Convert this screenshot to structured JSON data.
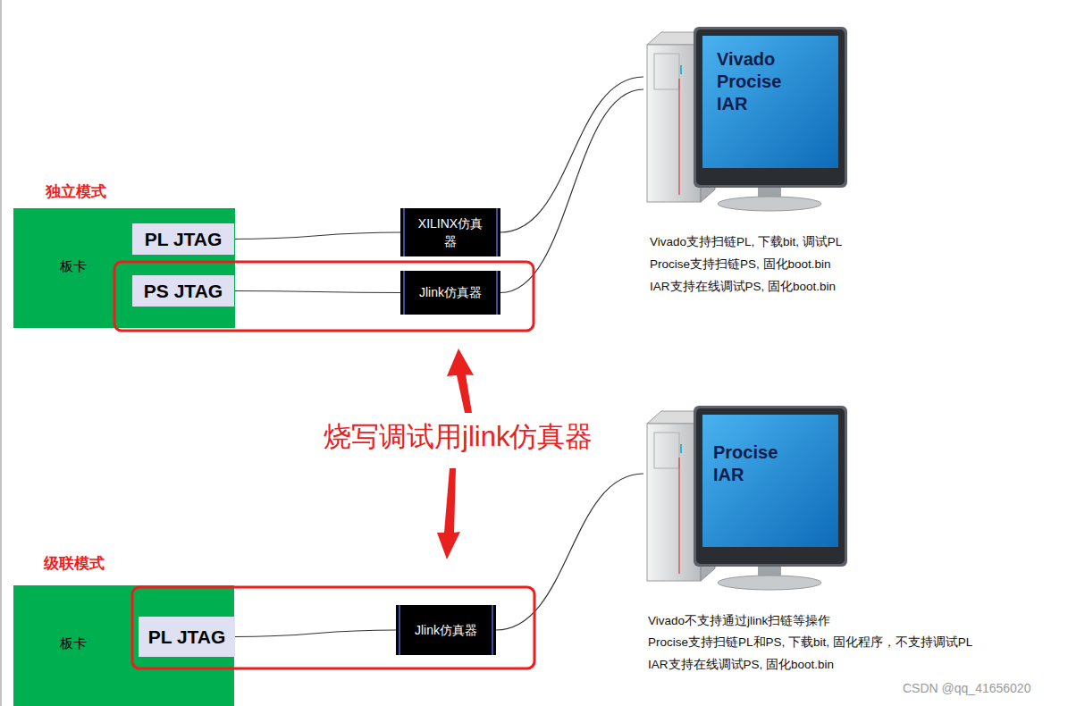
{
  "diagram": {
    "nodes": [
      {
        "text": [
          "独立模式",
          "板卡"
        ]
      },
      {
        "text": [
          "PL JTAG"
        ],
        "in": 0
      },
      {
        "text": [
          "PS JTAG"
        ],
        "in": 0
      },
      {
        "text": [
          "XILINX仿真器"
        ]
      },
      {
        "text": [
          "Jlink仿真器"
        ]
      },
      {
        "text": [
          "Vivado Procise IAR"
        ]
      },
      {
        "text": [
          "级联模式",
          "板卡"
        ]
      },
      {
        "text": [
          "PL JTAG"
        ],
        "in": 6
      },
      {
        "text": [
          "Jlink仿真器"
        ]
      },
      {
        "text": [
          "Procise IAR"
        ]
      }
    ],
    "edges": [
      {
        "from": 1,
        "to": 3,
        "arrow": "none"
      },
      {
        "from": 2,
        "to": 4,
        "arrow": "none"
      },
      {
        "from": 3,
        "to": 5,
        "arrow": "none"
      },
      {
        "from": 4,
        "to": 5,
        "arrow": "none"
      },
      {
        "from": 7,
        "to": 8,
        "arrow": "none"
      },
      {
        "from": 8,
        "to": 9,
        "arrow": "none"
      }
    ],
    "labels": [
      "Vivado支持扫链PL, 下载bit, 调试PL",
      "Procise支持扫链PS, 固化boot.bin",
      "IAR支持在线调试PS, 固化boot.bin",
      "烧写调试用jlink仿真器",
      "Vivado不支持通过jlink扫链等操作",
      "Procise支持扫链PL和PS, 下载bit, 固化程序，不支持调试PL",
      "IAR支持在线调试PS, 固化boot.bin",
      "CSDN @qq_41656020"
    ]
  }
}
